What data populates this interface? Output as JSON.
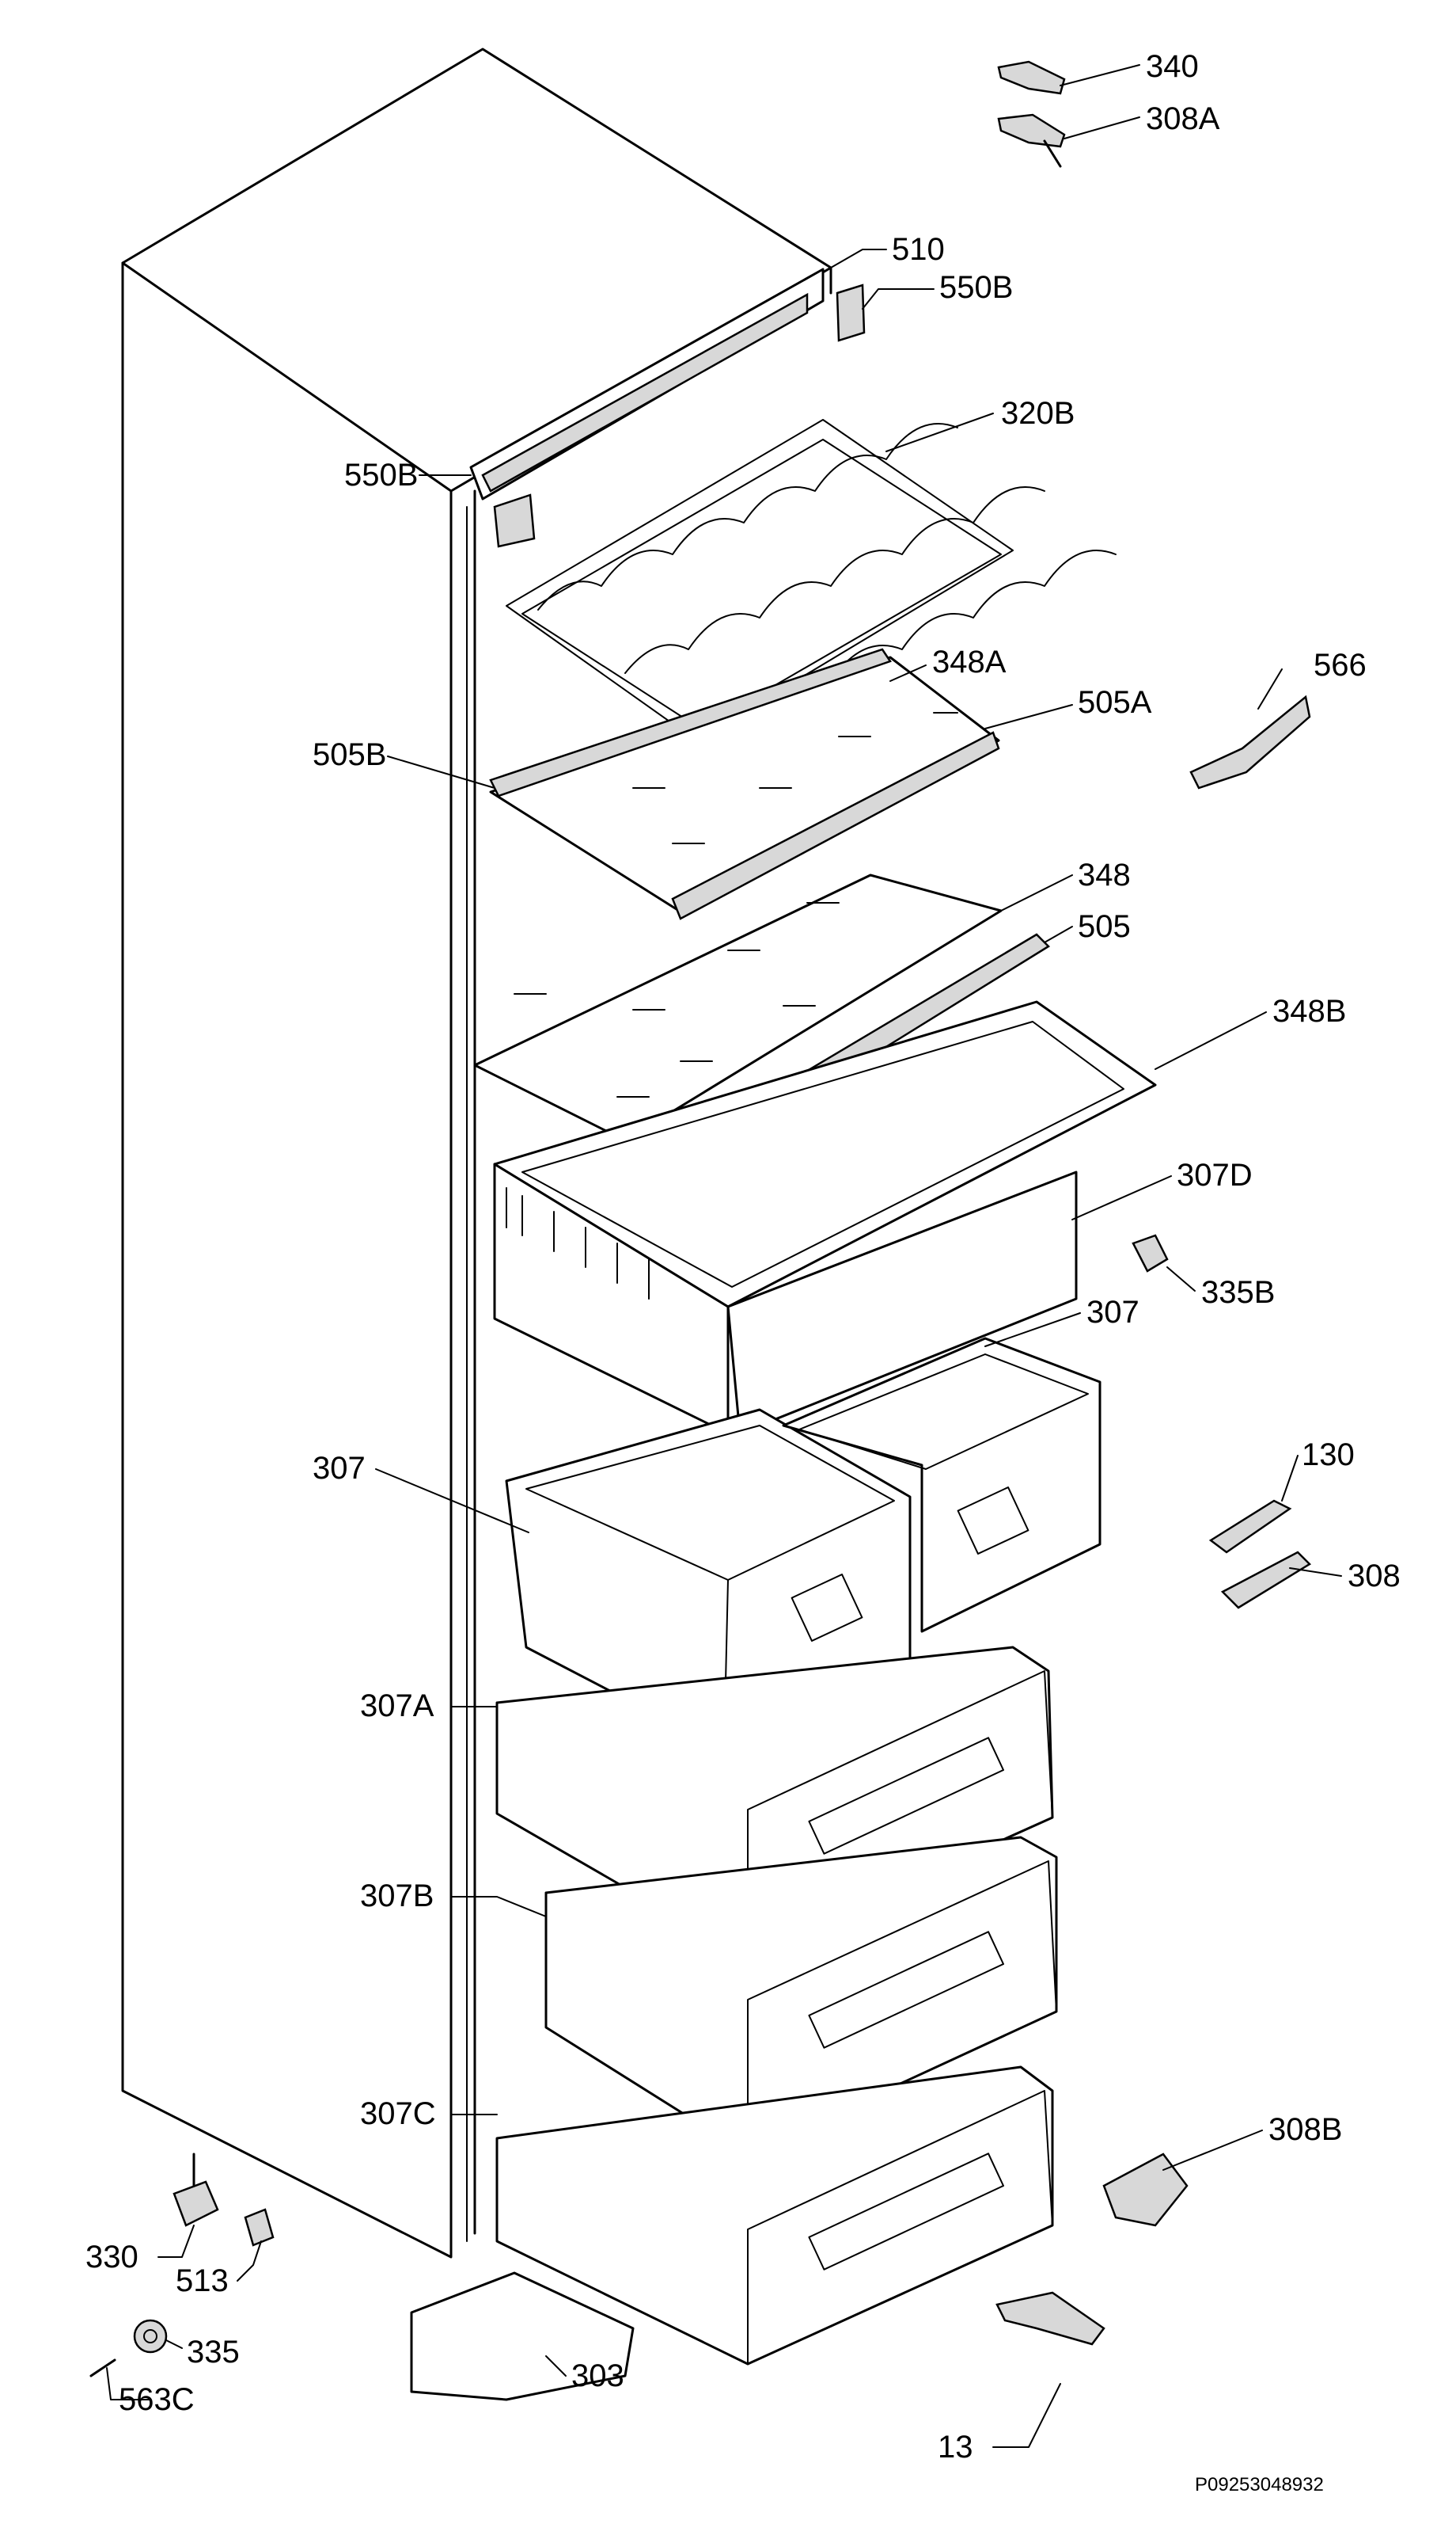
{
  "diagram": {
    "reference_code": "P09253048932",
    "labels": [
      {
        "id": "340",
        "text": "340"
      },
      {
        "id": "308A",
        "text": "308A"
      },
      {
        "id": "510",
        "text": "510"
      },
      {
        "id": "550B-top",
        "text": "550B"
      },
      {
        "id": "320B",
        "text": "320B"
      },
      {
        "id": "550B-left",
        "text": "550B"
      },
      {
        "id": "348A",
        "text": "348A"
      },
      {
        "id": "505A",
        "text": "505A"
      },
      {
        "id": "566",
        "text": "566"
      },
      {
        "id": "505B",
        "text": "505B"
      },
      {
        "id": "348",
        "text": "348"
      },
      {
        "id": "505",
        "text": "505"
      },
      {
        "id": "348B",
        "text": "348B"
      },
      {
        "id": "307D",
        "text": "307D"
      },
      {
        "id": "335B",
        "text": "335B"
      },
      {
        "id": "307-right",
        "text": "307"
      },
      {
        "id": "307-left",
        "text": "307"
      },
      {
        "id": "130",
        "text": "130"
      },
      {
        "id": "308",
        "text": "308"
      },
      {
        "id": "307A",
        "text": "307A"
      },
      {
        "id": "307B",
        "text": "307B"
      },
      {
        "id": "307C",
        "text": "307C"
      },
      {
        "id": "308B",
        "text": "308B"
      },
      {
        "id": "330",
        "text": "330"
      },
      {
        "id": "513",
        "text": "513"
      },
      {
        "id": "335",
        "text": "335"
      },
      {
        "id": "563C",
        "text": "563C"
      },
      {
        "id": "303",
        "text": "303"
      },
      {
        "id": "13",
        "text": "13"
      }
    ]
  }
}
